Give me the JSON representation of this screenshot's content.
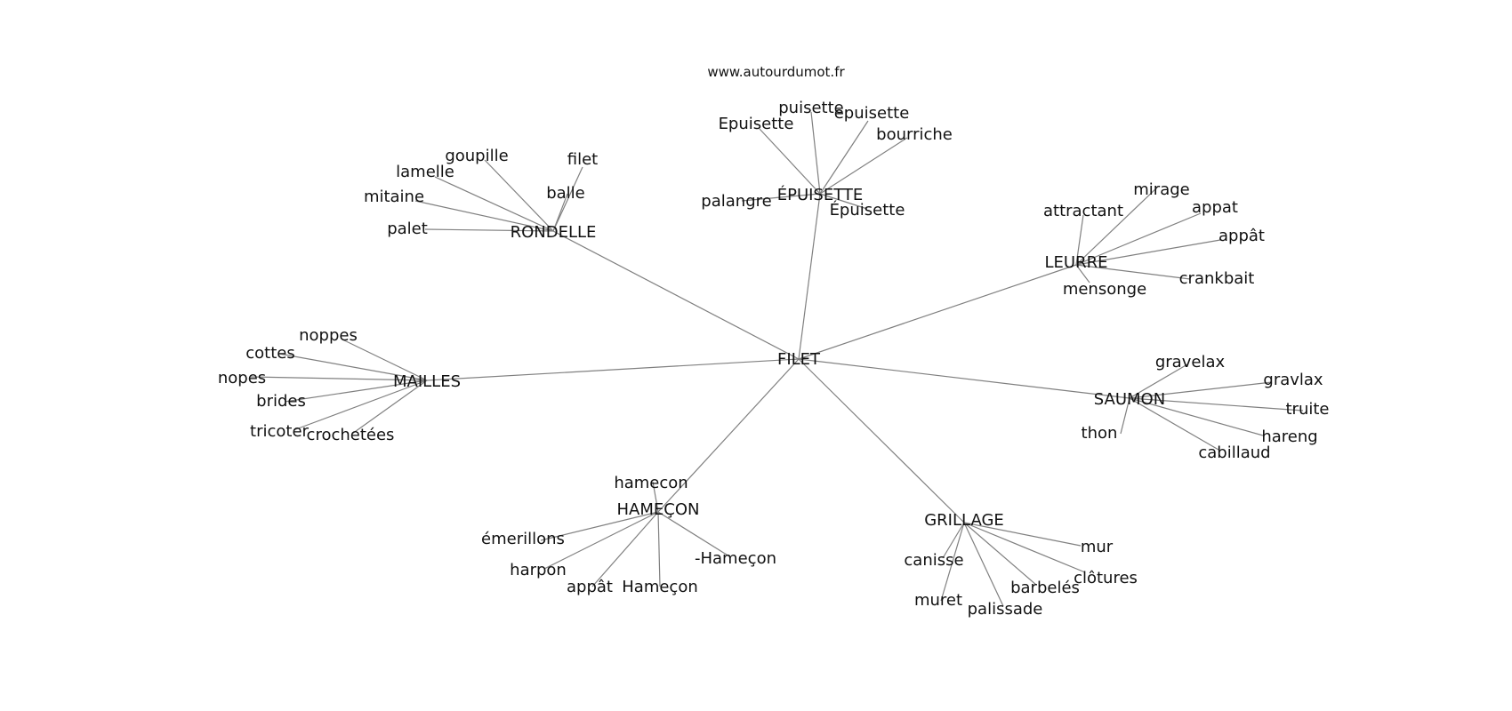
{
  "source": "www.autourdumot.fr",
  "center": {
    "label": "FILET"
  },
  "clusters": [
    {
      "label": "RONDELLE",
      "words": [
        "goupille",
        "filet",
        "lamelle",
        "balle",
        "mitaine",
        "palet"
      ]
    },
    {
      "label": "ÉPUISETTE",
      "words": [
        "puisette",
        "epuisette",
        "Epuisette",
        "bourriche",
        "palangre",
        "Épuisette"
      ]
    },
    {
      "label": "LEURRE",
      "words": [
        "mirage",
        "attractant",
        "appat",
        "appât",
        "crankbait",
        "mensonge"
      ]
    },
    {
      "label": "MAILLES",
      "words": [
        "noppes",
        "cottes",
        "nopes",
        "brides",
        "tricoter",
        "crochetées"
      ]
    },
    {
      "label": "SAUMON",
      "words": [
        "gravelax",
        "gravlax",
        "truite",
        "hareng",
        "cabillaud",
        "thon"
      ]
    },
    {
      "label": "HAMEÇON",
      "words": [
        "hamecon",
        "émerillons",
        "-Hameçon",
        "harpon",
        "appât",
        "Hameçon"
      ]
    },
    {
      "label": "GRILLAGE",
      "words": [
        "mur",
        "clôtures",
        "barbelés",
        "palissade",
        "muret",
        "canisse"
      ]
    }
  ]
}
